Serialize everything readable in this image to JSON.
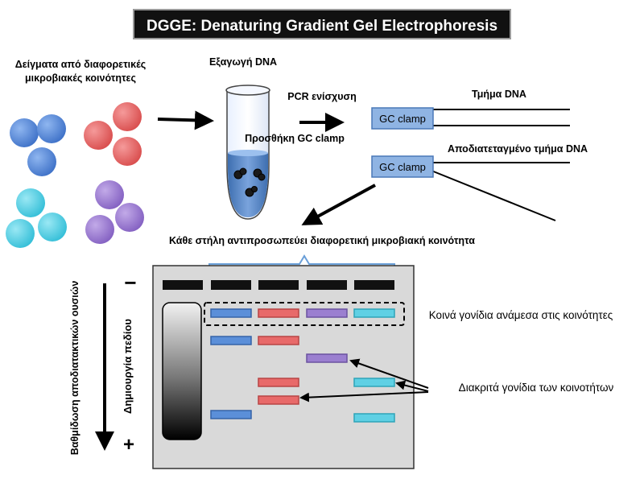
{
  "title": "DGGE: Denaturing Gradient Gel Electrophoresis",
  "samples_label": {
    "line1": "Δείγματα από διαφορετικές",
    "line2": "μικροβιακές κοινότητες"
  },
  "dna_extraction_label": "Εξαγωγή DNA",
  "pcr_label": "PCR ενίσχυση",
  "gc_addition_label": "Προσθήκη GC clamp",
  "dna_fragment_label": "Τμήμα DNA",
  "denatured_fragment_label": "Αποδιατεταγμένο τμήμα DNA",
  "gc_clamp_label": "GC clamp",
  "columns_label": "Κάθε στήλη αντιπροσωπεύει διαφορετική μικροβιακή κοινότητα",
  "common_genes_label": "Κοινά γονίδια ανάμεσα στις κοινότητες",
  "distinct_genes_label": "Διακριτά γονίδια των κοινοτήτων",
  "field_label": "Δημιουργία πεδίου",
  "gradient_label": "Βαθμίδωση αποδιατακτικών ουσιών",
  "minus_label": "−",
  "plus_label": "+",
  "colors": {
    "blue": "#5b8fd9",
    "red": "#e86a6a",
    "purple": "#9b7fd0",
    "cyan": "#5fd0e4",
    "gc_box": "#8fb4e3",
    "gel": "#d9d9d9"
  }
}
